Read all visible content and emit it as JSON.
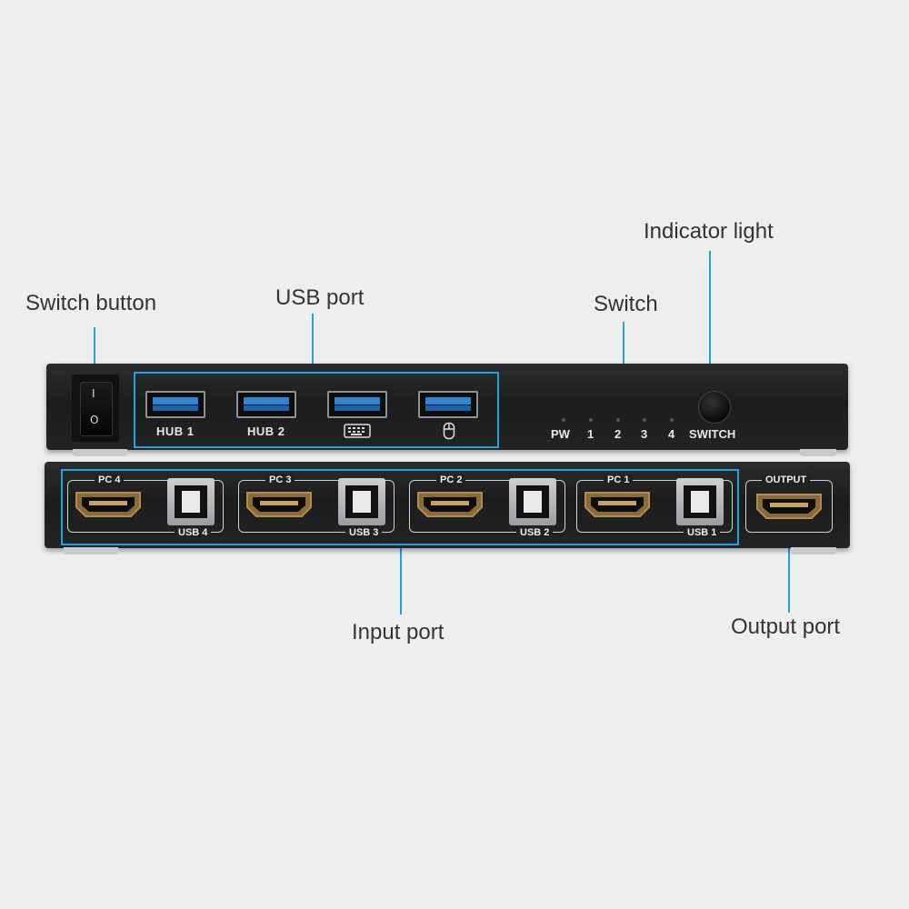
{
  "callouts": {
    "switch_button": "Switch button",
    "usb_port": "USB port",
    "switch": "Switch",
    "indicator_light": "Indicator light",
    "input_port": "Input port",
    "output_port": "Output port"
  },
  "front_panel": {
    "usb_ports": [
      "HUB 1",
      "HUB 2"
    ],
    "keyboard_icon": "keyboard-icon",
    "mouse_icon": "mouse-icon",
    "leds": [
      "PW",
      "1",
      "2",
      "3",
      "4"
    ],
    "switch_label": "SWITCH",
    "rocker_on": "I",
    "rocker_off": "O"
  },
  "rear_panel": {
    "groups": [
      {
        "pc": "PC 4",
        "usb": "USB 4"
      },
      {
        "pc": "PC 3",
        "usb": "USB 3"
      },
      {
        "pc": "PC 2",
        "usb": "USB 2"
      },
      {
        "pc": "PC 1",
        "usb": "USB 1"
      }
    ],
    "output": "OUTPUT"
  },
  "colors": {
    "accent": "#1ea3e0",
    "device": "#222325",
    "usb_blue": "#2f86d8"
  }
}
